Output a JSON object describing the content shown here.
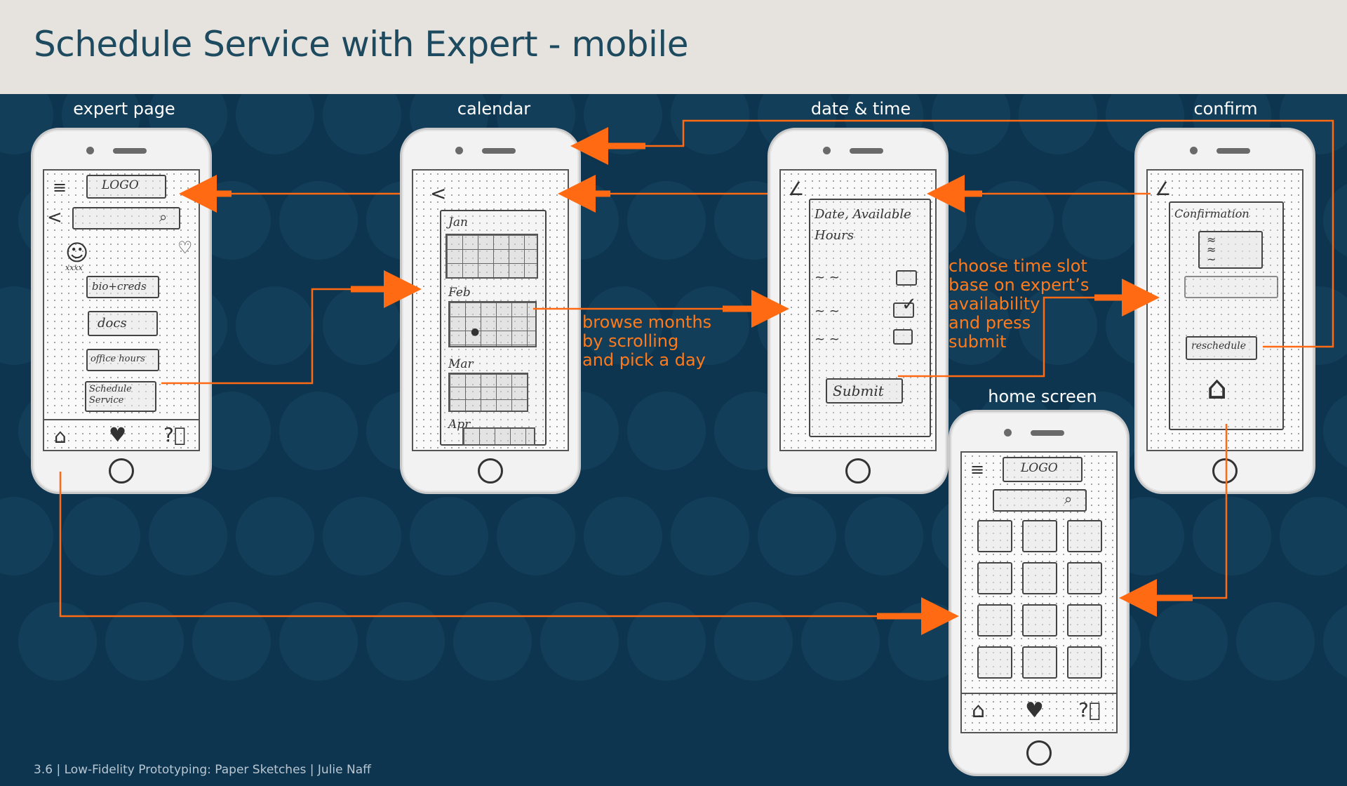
{
  "title": "Schedule Service with Expert - mobile",
  "footer": "3.6 | Low-Fidelity Prototyping: Paper  Sketches | Julie Naff",
  "colors": {
    "header_bg": "#e6e3de",
    "board_bg": "#0d3550",
    "arrow": "#ff6a13",
    "title": "#1d4a5e"
  },
  "screens": {
    "expert": {
      "label": "expert page",
      "logo": "LOGO",
      "buttons": [
        "bio+creds",
        "docs",
        "office hours",
        "Schedule Service"
      ],
      "avatar_note": "xxxx"
    },
    "calendar": {
      "label": "calendar",
      "months": [
        "Jan",
        "Feb",
        "Mar",
        "Apr"
      ]
    },
    "datetime": {
      "label": "date & time",
      "heading": "Date, Available Hours",
      "submit": "Submit"
    },
    "confirm": {
      "label": "confirm",
      "heading": "Confirmation",
      "reschedule": "reschedule"
    },
    "home": {
      "label": "home screen",
      "logo": "LOGO"
    }
  },
  "annotations": {
    "browse": [
      "browse months",
      "by scrolling",
      "and pick a day"
    ],
    "choose": [
      "choose time slot",
      "base on expert’s",
      "availability",
      "and press",
      "submit"
    ]
  },
  "icons": [
    "back-arrow-icon",
    "hamburger-menu-icon",
    "search-icon",
    "heart-icon",
    "home-icon",
    "help-icon",
    "smiley-avatar-icon",
    "checkmark-icon"
  ]
}
